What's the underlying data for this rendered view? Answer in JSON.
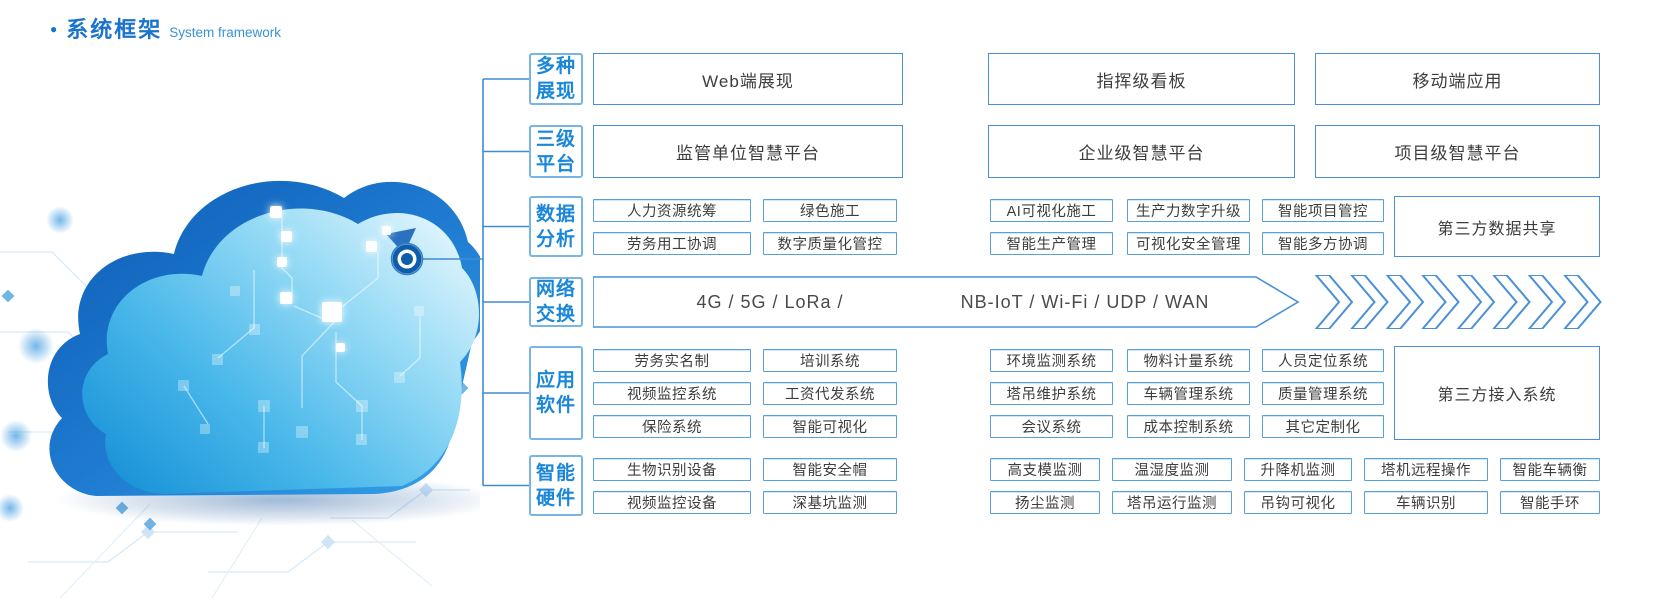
{
  "title": {
    "bullet": "●",
    "zh": "系统框架",
    "en": "System framework"
  },
  "colors": {
    "title_blue": "#1b74cc",
    "label_blue": "#1b87d8",
    "label_border": "#79b5e3",
    "box_border": "#4a90d9",
    "small_box_border": "#57a0da",
    "box_text": "#3d3d3d",
    "connector": "#3f8bd3",
    "node_blue": "#0f5cab",
    "cloud_dark": "#1565c0",
    "cloud_light": "#4fc3f7"
  },
  "rows": [
    {
      "type": "big3",
      "key": "multi-display",
      "label": "多种展现",
      "boxes": [
        "Web端展现",
        "指挥级看板",
        "移动端应用"
      ]
    },
    {
      "type": "big3",
      "key": "three-level-platform",
      "label": "三级平台",
      "boxes": [
        "监管单位智慧平台",
        "企业级智慧平台",
        "项目级智慧平台"
      ]
    },
    {
      "type": "smallgrid",
      "key": "data-analysis",
      "label": "数据分析",
      "left": [
        [
          "人力资源统筹",
          "绿色施工"
        ],
        [
          "劳务用工协调",
          "数字质量化管控"
        ]
      ],
      "middle": [
        [
          "AI可视化施工",
          "生产力数字升级",
          "智能项目管控"
        ],
        [
          "智能生产管理",
          "可视化安全管理",
          "智能多方协调"
        ]
      ],
      "right": "第三方数据共享"
    },
    {
      "type": "band",
      "key": "network-exchange",
      "label": "网络交换",
      "segments": [
        "4G / 5G / LoRa /",
        "NB-IoT / Wi-Fi / UDP / WAN"
      ],
      "chevron_count": 8
    },
    {
      "type": "smallgrid",
      "key": "application-software",
      "label": "应用软件",
      "left": [
        [
          "劳务实名制",
          "培训系统"
        ],
        [
          "视频监控系统",
          "工资代发系统"
        ],
        [
          "保险系统",
          "智能可视化"
        ]
      ],
      "middle": [
        [
          "环境监测系统",
          "物料计量系统",
          "人员定位系统"
        ],
        [
          "塔吊维护系统",
          "车辆管理系统",
          "质量管理系统"
        ],
        [
          "会议系统",
          "成本控制系统",
          "其它定制化"
        ]
      ],
      "right": "第三方接入系统"
    },
    {
      "type": "hw",
      "key": "smart-hardware",
      "label": "智能硬件",
      "left": [
        [
          "生物识别设备",
          "智能安全帽"
        ],
        [
          "视频监控设备",
          "深基坑监测"
        ]
      ],
      "wide": [
        [
          "高支模监测",
          "温湿度监测",
          "升降机监测",
          "塔机远程操作",
          "智能车辆衡"
        ],
        [
          "扬尘监测",
          "塔吊运行监测",
          "吊钩可视化",
          "车辆识别",
          "智能手环"
        ]
      ]
    }
  ]
}
